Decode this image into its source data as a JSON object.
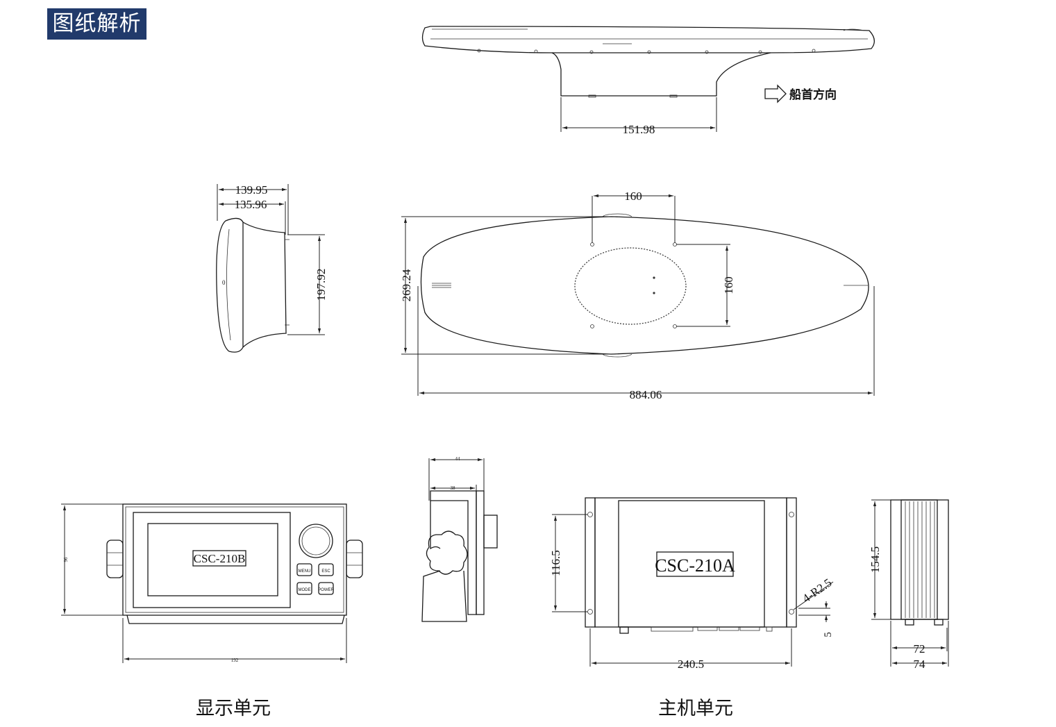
{
  "header": {
    "title": "图纸解析"
  },
  "antenna": {
    "bow_direction": "船首方向",
    "base_width": "151.98",
    "side_outer": "139.95",
    "side_inner": "135.96",
    "side_height": "197.92",
    "hole_spacing_x": "160",
    "hole_spacing_y": "160",
    "width": "269.24",
    "length": "884.06"
  },
  "display_unit": {
    "model": "CSC-210B",
    "buttons": [
      "MENU",
      "ESC",
      "MODE",
      "POWER"
    ],
    "width": "192",
    "height": "96",
    "depth_outer": "44",
    "depth_inner": "38",
    "caption": "显示单元"
  },
  "main_unit": {
    "model": "CSC-210A",
    "hole_spacing": "116.5",
    "holes": "4-R2.5",
    "hole_offset": "5",
    "width": "240.5",
    "height": "154.5",
    "depth_inner": "72",
    "depth_outer": "74",
    "caption": "主机单元"
  }
}
